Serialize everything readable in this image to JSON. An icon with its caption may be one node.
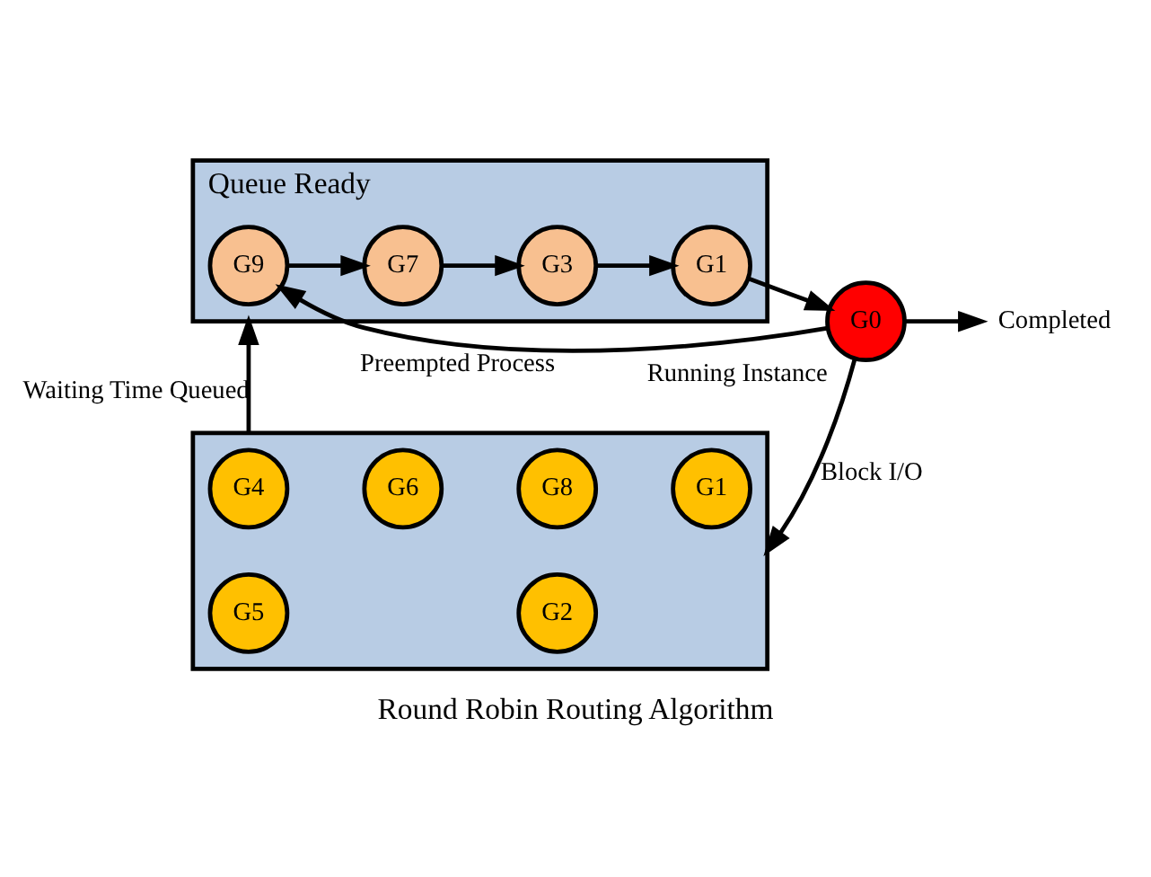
{
  "diagram": {
    "caption": "Round Robin Routing Algorithm",
    "nodes": [
      {
        "text": [
          "Queue Ready"
        ]
      },
      {
        "text": [
          "G9"
        ],
        "in": 0
      },
      {
        "text": [
          "G7"
        ],
        "in": 0
      },
      {
        "text": [
          "G3"
        ],
        "in": 0
      },
      {
        "text": [
          "G1"
        ],
        "in": 0
      },
      {
        "text": [
          "G0"
        ],
        "beside": [
          "Running Instance"
        ]
      },
      {
        "text": [
          "Completed"
        ]
      },
      {
        "text": [],
        "shape": "box"
      },
      {
        "text": [
          "G4"
        ],
        "in": 7
      },
      {
        "text": [
          "G6"
        ],
        "in": 7
      },
      {
        "text": [
          "G8"
        ],
        "in": 7
      },
      {
        "text": [
          "G1"
        ],
        "in": 7
      },
      {
        "text": [
          "G5"
        ],
        "in": 7
      },
      {
        "text": [
          "G2"
        ],
        "in": 7
      }
    ],
    "edges": [
      {
        "from": 1,
        "to": 2,
        "arrow": "to"
      },
      {
        "from": 2,
        "to": 3,
        "arrow": "to"
      },
      {
        "from": 3,
        "to": 4,
        "arrow": "to"
      },
      {
        "from": 4,
        "to": 5,
        "arrow": "to"
      },
      {
        "from": 5,
        "to": 6,
        "arrow": "to"
      },
      {
        "from": 5,
        "to": 1,
        "arrow": "to",
        "label": "Preempted Process"
      },
      {
        "from": 5,
        "to": 7,
        "arrow": "to",
        "label": "Block I/O"
      },
      {
        "from": 7,
        "to": 0,
        "arrow": "to",
        "label": "Waiting Time Queued"
      }
    ]
  }
}
